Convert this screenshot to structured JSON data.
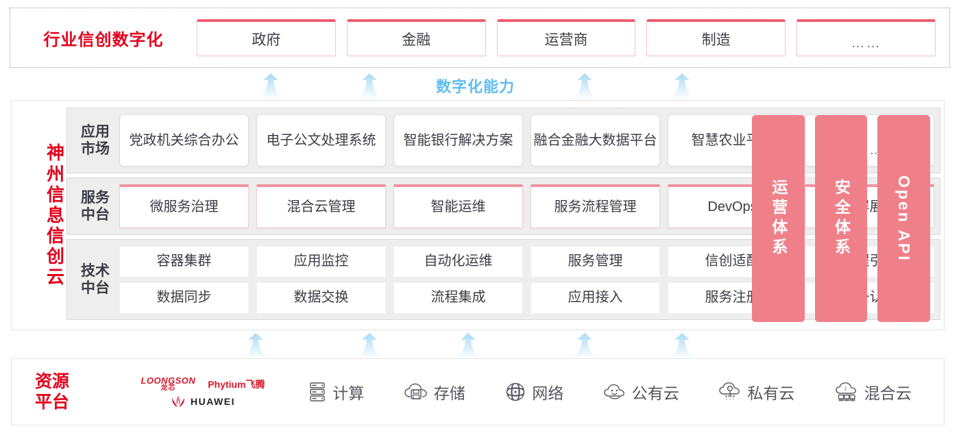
{
  "industry": {
    "title": "行业信创数字化",
    "boxes": [
      {
        "label": "政府"
      },
      {
        "label": "金融"
      },
      {
        "label": "运营商"
      },
      {
        "label": "制造"
      },
      {
        "label": "……"
      }
    ]
  },
  "capability_label": "数字化能力",
  "cloud": {
    "title_chars": [
      "神",
      "州",
      "信",
      "息",
      "信",
      "创",
      "云"
    ],
    "rows": [
      {
        "label_line1": "应用",
        "label_line2": "市场",
        "cells": [
          "党政机关\n综合办公",
          "电子公文\n处理系统",
          "智能银行\n解决方案",
          "融合金融\n大数据平台",
          "智慧农业\n平台",
          "……"
        ]
      },
      {
        "label_line1": "服务",
        "label_line2": "中台",
        "cells": [
          "微服务\n治理",
          "混合云\n管理",
          "智能运维",
          "服务流程\n管理",
          "DevOps",
          "大屏展示"
        ]
      },
      {
        "label_line1": "技术",
        "label_line2": "中台",
        "cells_row1": [
          "容器集群",
          "应用监控",
          "自动化运维",
          "服务管理",
          "信创适配",
          "流程引擎"
        ],
        "cells_row2": [
          "数据同步",
          "数据交换",
          "流程集成",
          "应用接入",
          "服务注册",
          "统一认证"
        ]
      }
    ],
    "pillars": [
      {
        "label": "运营体系",
        "latin": false
      },
      {
        "label": "安全体系",
        "latin": false
      },
      {
        "label": "Open API",
        "latin": true
      }
    ]
  },
  "resource": {
    "title_line1": "资源",
    "title_line2": "平台",
    "logos": [
      {
        "name": "loongson",
        "en": "LOONGSON",
        "cn": "龙芯"
      },
      {
        "name": "phytium",
        "text": "Phytium飞腾"
      },
      {
        "name": "huawei",
        "text": "HUAWEI"
      }
    ],
    "items": [
      {
        "icon": "server-icon",
        "label": "计算"
      },
      {
        "icon": "cloud-storage-icon",
        "label": "存储"
      },
      {
        "icon": "network-mesh-icon",
        "label": "网络"
      },
      {
        "icon": "public-cloud-icon",
        "label": "公有云"
      },
      {
        "icon": "private-cloud-icon",
        "label": "私有云"
      },
      {
        "icon": "hybrid-cloud-icon",
        "label": "混合云"
      }
    ]
  },
  "colors": {
    "brand_red": "#e3001b",
    "pillar_pink": "#ef8089",
    "accent_pink": "#ef5e70",
    "arrow_blue": "#9fd4f2",
    "capability_blue": "#5fbdf0"
  },
  "arrows": {
    "top_positions": [
      372,
      516,
      830,
      972
    ],
    "bottom_positions": [
      350,
      516,
      660,
      830,
      972
    ]
  }
}
